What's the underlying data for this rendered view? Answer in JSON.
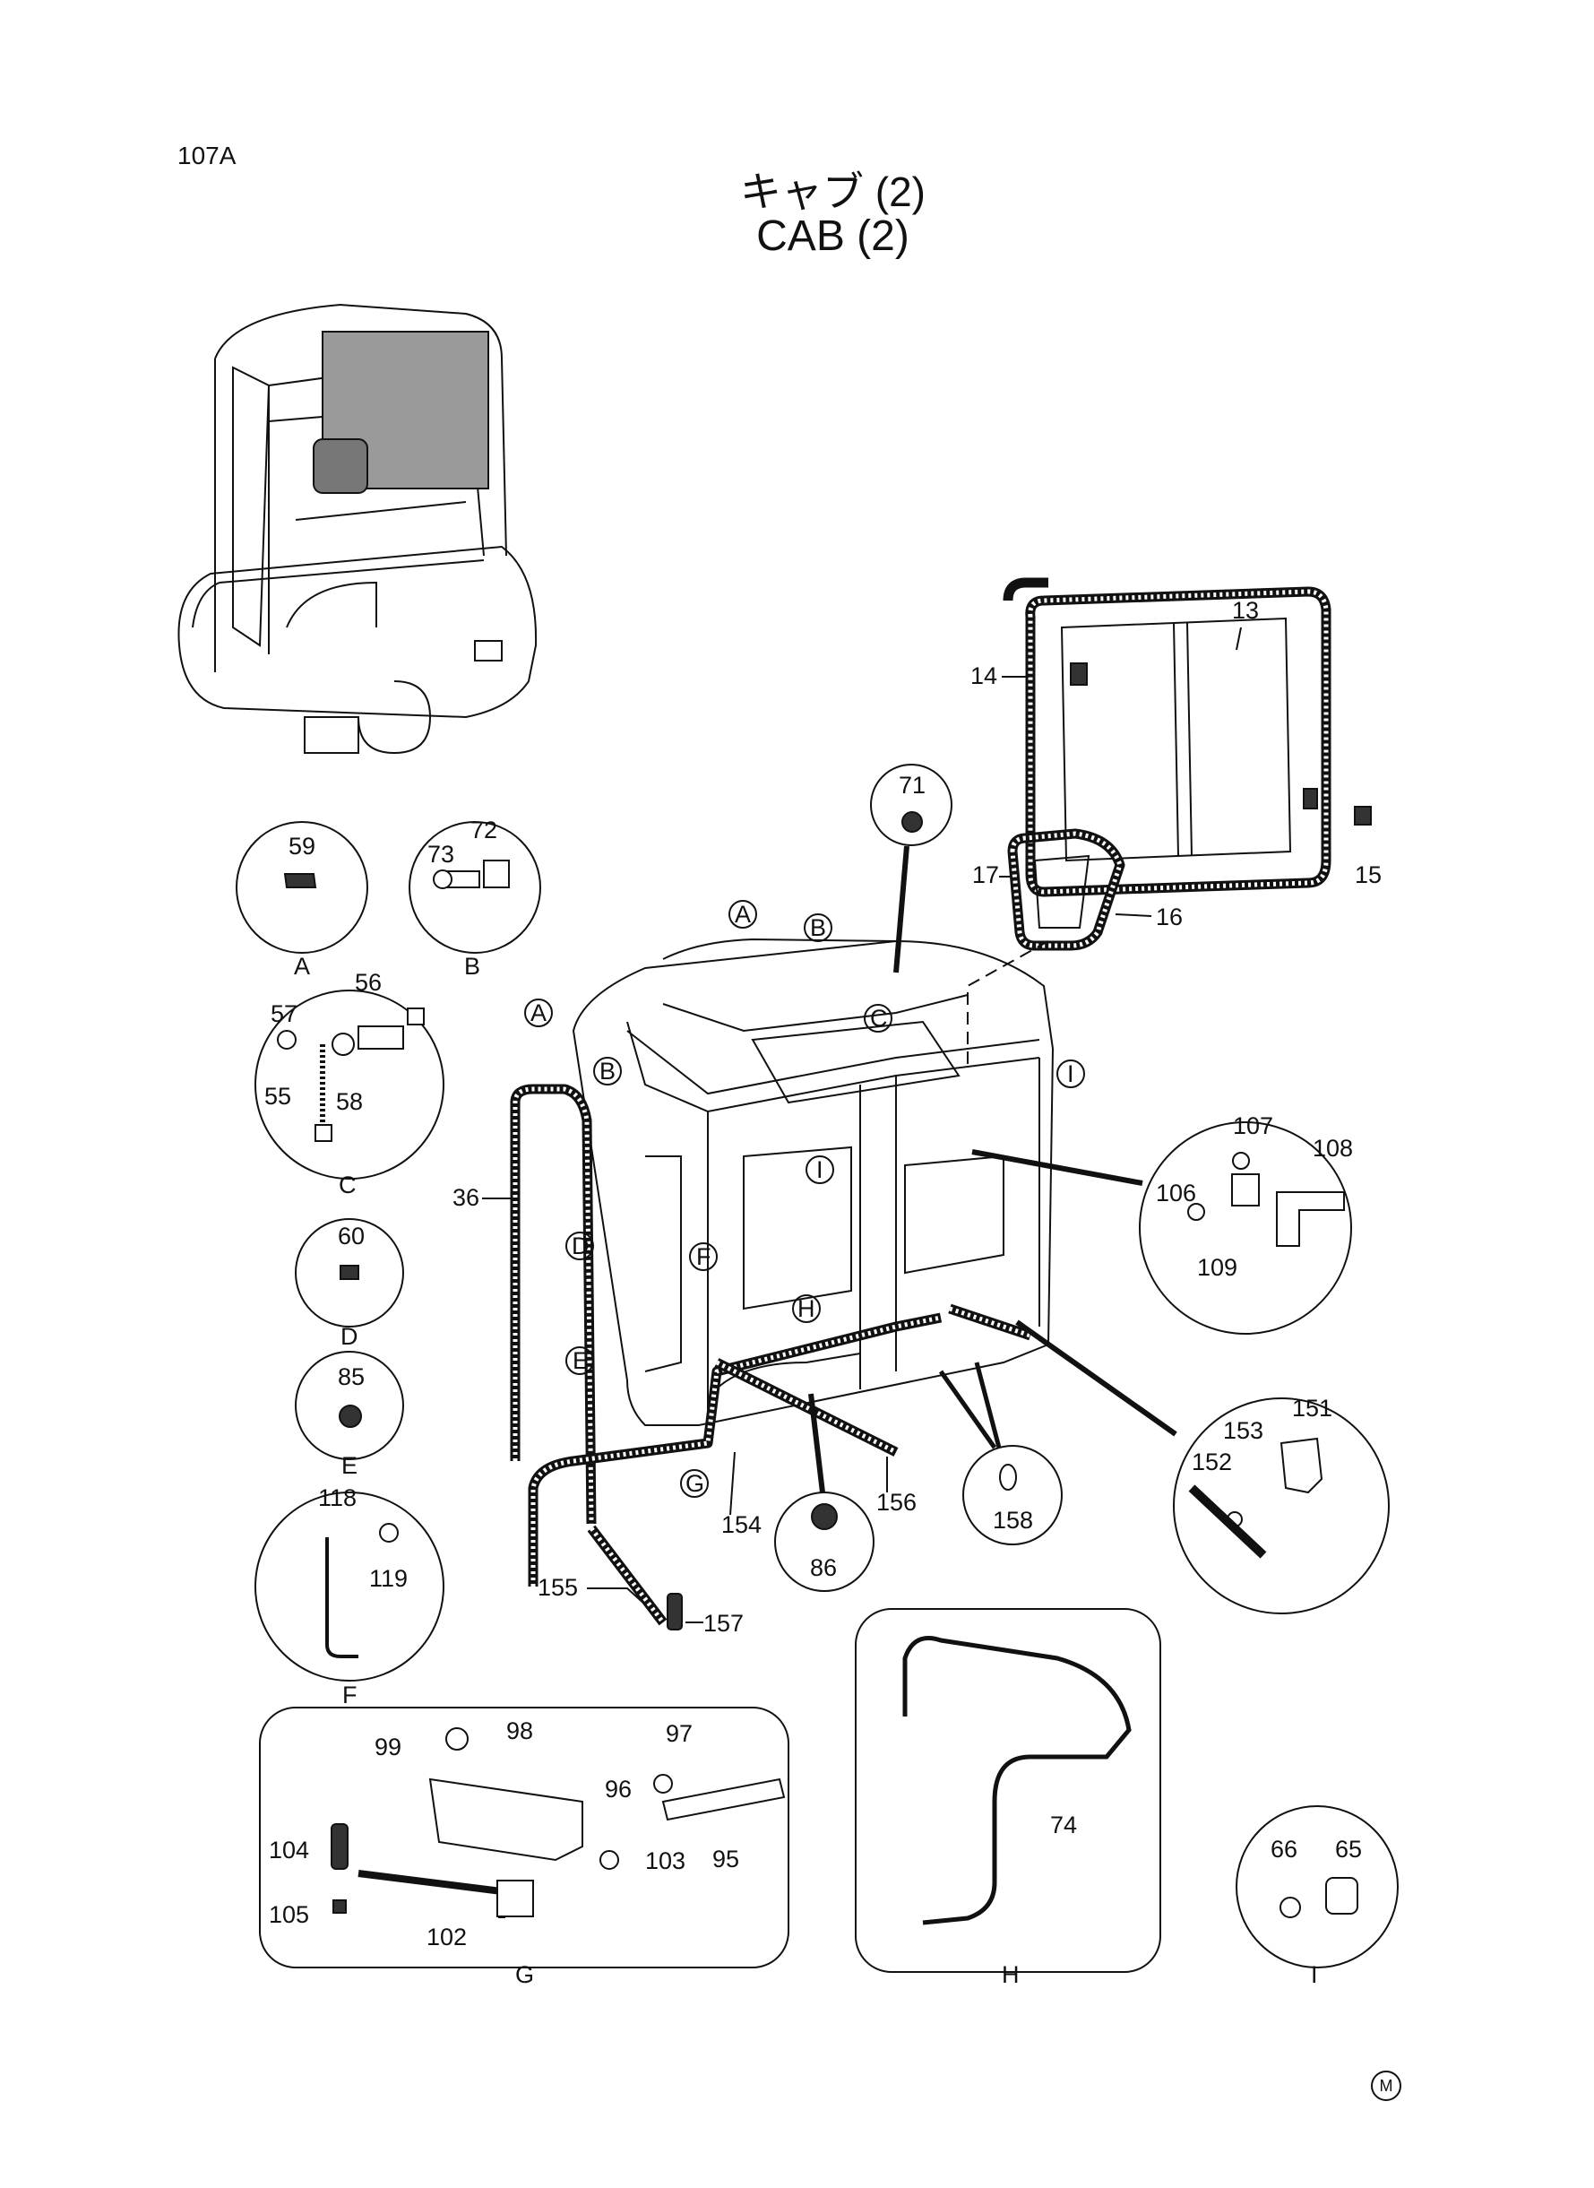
{
  "page": {
    "code": "107A",
    "title_jp": "キャブ (2)",
    "title_en": "CAB (2)",
    "mark": "M"
  },
  "callouts": {
    "A": "A",
    "B": "B",
    "C": "C",
    "D": "D",
    "E": "E",
    "F": "F",
    "G": "G",
    "H": "H",
    "I": "I"
  },
  "parts": {
    "p13": "13",
    "p14": "14",
    "p15": "15",
    "p16": "16",
    "p17": "17",
    "p36": "36",
    "p55": "55",
    "p56": "56",
    "p57": "57",
    "p58": "58",
    "p59": "59",
    "p60": "60",
    "p65": "65",
    "p66": "66",
    "p71": "71",
    "p72": "72",
    "p73": "73",
    "p74": "74",
    "p85": "85",
    "p86": "86",
    "p95": "95",
    "p96": "96",
    "p97": "97",
    "p98": "98",
    "p99": "99",
    "p102": "102",
    "p103": "103",
    "p104": "104",
    "p105": "105",
    "p106": "106",
    "p107": "107",
    "p108": "108",
    "p109": "109",
    "p118": "118",
    "p119": "119",
    "p151": "151",
    "p152": "152",
    "p153": "153",
    "p154": "154",
    "p155": "155",
    "p156": "156",
    "p157": "157",
    "p158": "158"
  }
}
